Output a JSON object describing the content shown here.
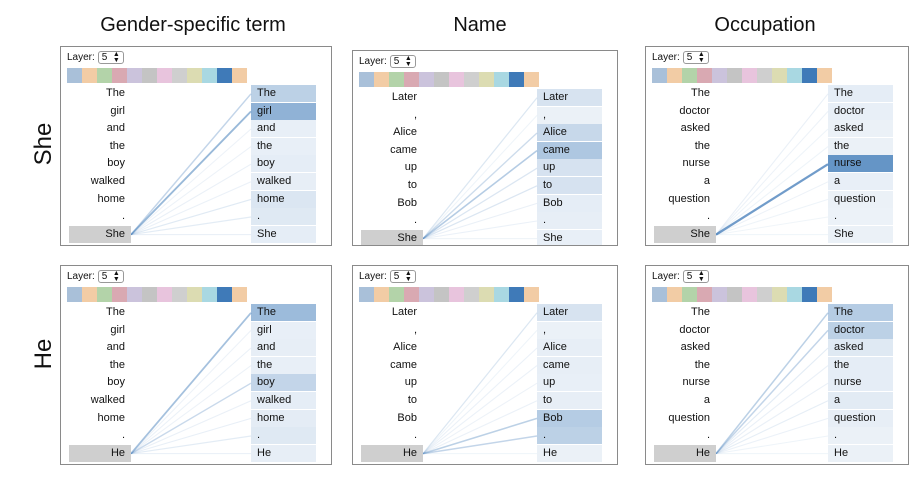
{
  "column_titles": [
    "Gender-specific term",
    "Name",
    "Occupation"
  ],
  "row_labels": [
    "She",
    "He"
  ],
  "layer_label": "Layer:",
  "layer_value": "5",
  "swatch_colors": [
    "#a9c0d9",
    "#f2cca5",
    "#b3d3a9",
    "#d9a9b2",
    "#cbc3dc",
    "#c4c4c4",
    "#e8c4dd",
    "#cfcfcf",
    "#dcdcb2",
    "#a9d8e2",
    "#3f7ab8",
    "#f2cca5"
  ],
  "panels": [
    {
      "tokens": [
        "The",
        "girl",
        "and",
        "the",
        "boy",
        "walked",
        "home",
        ".",
        "She"
      ],
      "query_index": 8,
      "attention": [
        0.3,
        0.55,
        0.04,
        0.04,
        0.06,
        0.05,
        0.12,
        0.1,
        0.06
      ]
    },
    {
      "tokens": [
        "Later",
        ",",
        "Alice",
        "came",
        "up",
        "to",
        "Bob",
        ".",
        "She"
      ],
      "query_index": 8,
      "attention": [
        0.14,
        0.03,
        0.24,
        0.38,
        0.15,
        0.15,
        0.06,
        0.05,
        0.04
      ]
    },
    {
      "tokens": [
        "The",
        "doctor",
        "asked",
        "the",
        "nurse",
        "a",
        "question",
        ".",
        "She"
      ],
      "query_index": 8,
      "attention": [
        0.06,
        0.04,
        0.03,
        0.03,
        0.8,
        0.04,
        0.03,
        0.02,
        0.03
      ]
    },
    {
      "tokens": [
        "The",
        "girl",
        "and",
        "the",
        "boy",
        "walked",
        "home",
        ".",
        "He"
      ],
      "query_index": 8,
      "attention": [
        0.48,
        0.04,
        0.05,
        0.04,
        0.26,
        0.06,
        0.07,
        0.1,
        0.05
      ]
    },
    {
      "tokens": [
        "Later",
        ",",
        "Alice",
        "came",
        "up",
        "to",
        "Bob",
        ".",
        "He"
      ],
      "query_index": 8,
      "attention": [
        0.14,
        0.03,
        0.05,
        0.05,
        0.04,
        0.05,
        0.34,
        0.3,
        0.03
      ]
    },
    {
      "tokens": [
        "The",
        "doctor",
        "asked",
        "the",
        "nurse",
        "a",
        "question",
        ".",
        "He"
      ],
      "query_index": 8,
      "attention": [
        0.34,
        0.3,
        0.1,
        0.06,
        0.06,
        0.08,
        0.05,
        0.03,
        0.03
      ]
    }
  ]
}
